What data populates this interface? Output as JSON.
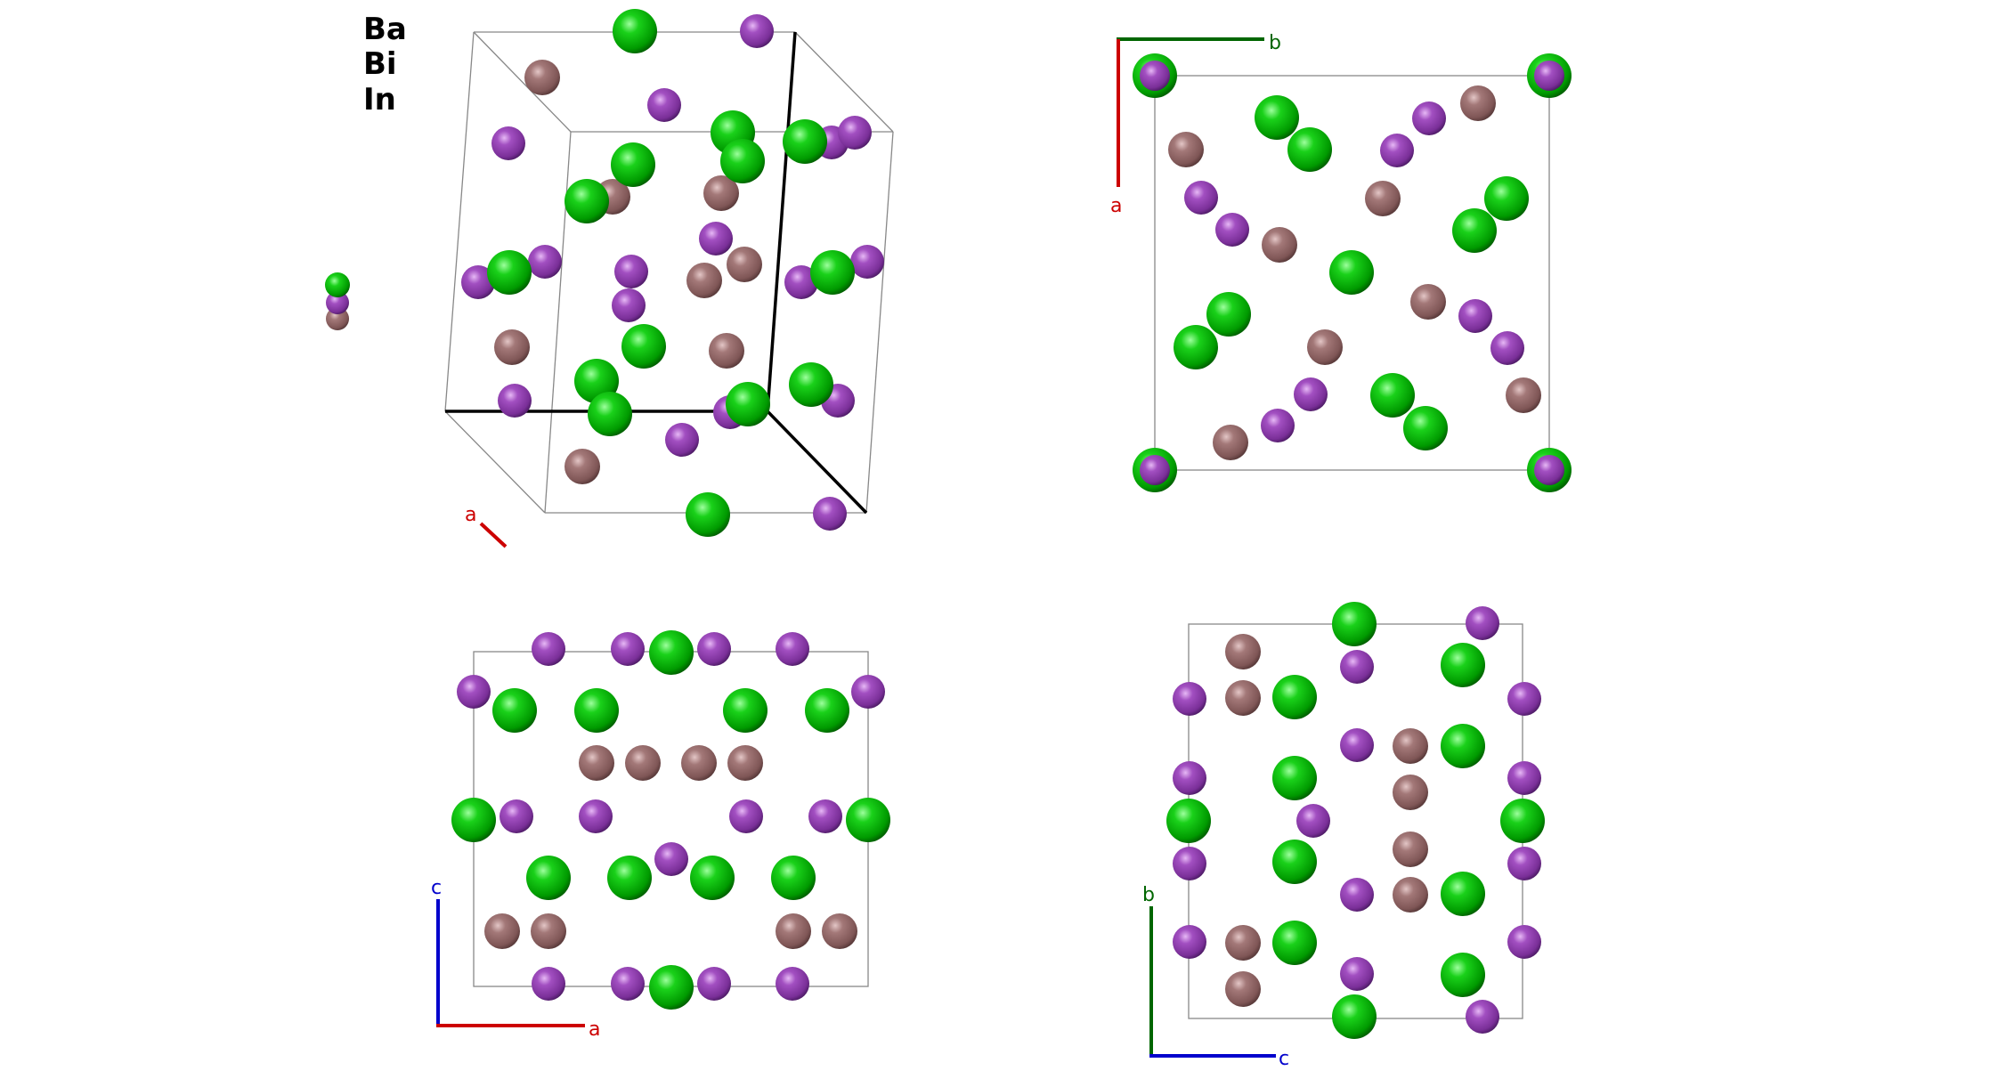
{
  "elements": [
    {
      "symbol": "Ba",
      "color": "#00c000"
    },
    {
      "symbol": "Bi",
      "color": "#9540b5"
    },
    {
      "symbol": "In",
      "color": "#a07070"
    }
  ],
  "axis_labels": {
    "view3d": {
      "a": "a"
    },
    "top_right": {
      "x": "b",
      "y": "a"
    },
    "bottom_left": {
      "x": "a",
      "y": "c"
    },
    "bottom_right": {
      "x": "c",
      "y": "b"
    }
  },
  "colors": {
    "axis_a": "#cc0000",
    "axis_b": "#006600",
    "axis_c": "#0000cc",
    "cell_line": "#888888",
    "cell_line_bold": "#000000"
  }
}
